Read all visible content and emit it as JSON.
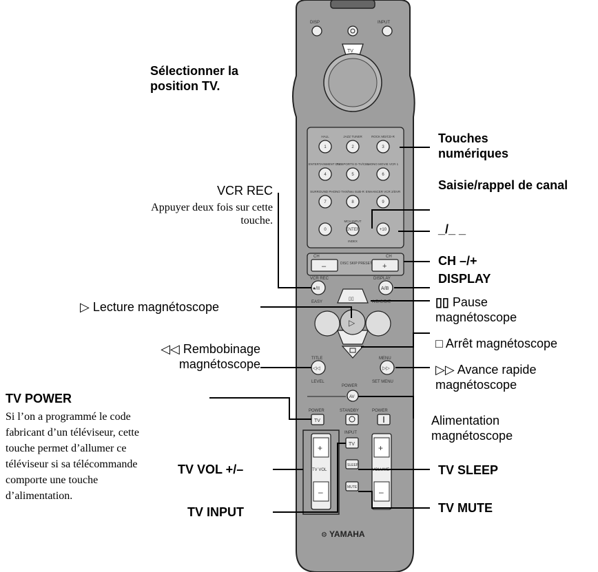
{
  "labels": {
    "select_tv": "Sélectionner la position TV.",
    "touches": "Touches numériques",
    "saisie": "Saisie/rappel de canal",
    "dash": "_/_ _",
    "ch": "CH –/+",
    "display": "DISPLAY",
    "pause": "Pause magnétoscope",
    "arret": "Arrêt magnétoscope",
    "avance": "Avance rapide magnétoscope",
    "alimentation": "Alimentation magnétoscope",
    "tv_sleep": "TV SLEEP",
    "tv_mute": "TV MUTE",
    "vcr_rec": "VCR REC",
    "vcr_rec_desc": "Appuyer deux fois sur cette touche.",
    "lecture": "Lecture magnétoscope",
    "rembobinage": "Rembobinage magnétoscope",
    "tv_power": "TV POWER",
    "tv_power_desc": "Si l’on a programmé le code fabricant d’un téléviseur, cette touche permet d’allumer ce téléviseur si sa télécommande comporte une touche d’alimentation.",
    "tv_vol": "TV VOL +/–",
    "tv_input": "TV INPUT"
  },
  "symbols": {
    "play": "▷",
    "rewind": "◁◁",
    "pause": "▯▯",
    "stop": "□",
    "forward": "▷▷"
  },
  "remote": {
    "brand": "YAMAHA",
    "top_left": "DISP",
    "top_right": "INPUT",
    "tv_key": "TV",
    "row1": [
      "HALL",
      "JAZZ TUNER",
      "ROCK MD/CD-R"
    ],
    "row2": [
      "ENTERTAINMENT DVD",
      "TV SPORTS D-TV/CBL",
      "MONO MOVIE VCR 1"
    ],
    "row3": [
      "SURROUND PHONO",
      "THX/Neo SUB-R",
      "ENHANCER VCR 2/DVR"
    ],
    "keys_num": [
      "1",
      "2",
      "3",
      "4",
      "5",
      "6",
      "7",
      "8",
      "9",
      "0",
      "ENTER",
      "+10"
    ],
    "ch_input": "MCH INPUT",
    "index": "INDEX",
    "ch_label": "CH",
    "ch_minus": "–",
    "ch_plus": "+",
    "disc_skip": "DISC SKIP PRESET",
    "vcr_rec_key": "VCR REC",
    "display_key": "DISPLAY",
    "ab": "A/B",
    "rec_key": "●/II",
    "easy": "EASY",
    "abc": "A/B/C/D/E",
    "power_small": "POWER",
    "tv_power_key": "TV",
    "standby": "STANDBY",
    "power_key": "POWER",
    "input_key": "INPUT",
    "tv_input_key": "TV",
    "sleep": "SLEEP",
    "mute": "MUTE",
    "tv_vol_key": "TV VOL",
    "volume": "VOLUME",
    "level": "LEVEL",
    "set_menu": "SET MENU",
    "title": "TITLE",
    "menu": "MENU",
    "av": "AV"
  }
}
